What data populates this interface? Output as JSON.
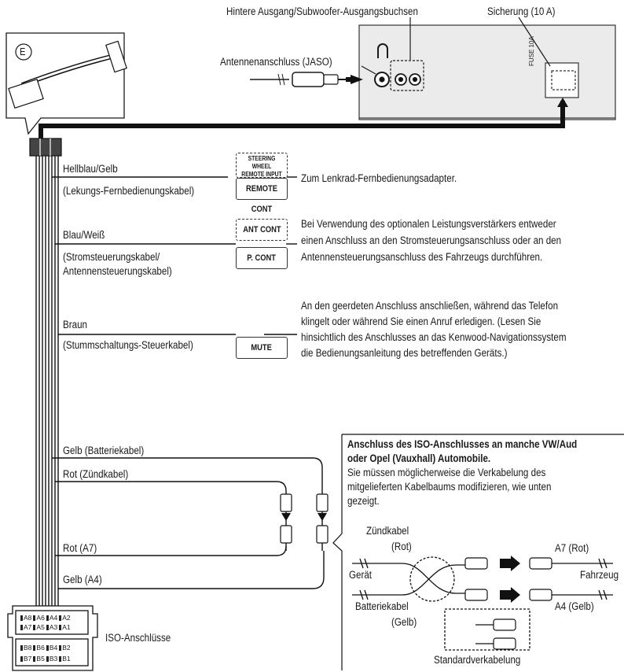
{
  "labels": {
    "rear_output": "Hintere Ausgang/Subwoofer-Ausgangsbuchsen",
    "fuse": "Sicherung (10 A)",
    "antenna_conn": "Antennenanschluss (JASO)",
    "harness_letter": "E",
    "unit_fuse_text": "FUSE 10A"
  },
  "rows": [
    {
      "wire": "Hellblau/Gelb",
      "desc": "(Lekungs-Fernbedienungskabel)",
      "tag_top": "STEERING WHEEL",
      "tag_top2": "REMOTE INPUT",
      "tag": "REMOTE CONT",
      "note": "Zum Lenkrad-Fernbedienungsadapter."
    },
    {
      "wire": "Blau/Weiß",
      "desc1": "(Stromsteuerungskabel/",
      "desc2": "Antennensteuerungskabel)",
      "tag_top": "ANT CONT",
      "tag": "P. CONT",
      "note1": "Bei Verwendung des optionalen Leistungsverstärkers entweder",
      "note2": "einen Anschluss an den Stromsteuerungsanschluss oder an den",
      "note3": "Antennensteuerungsanschluss des Fahrzeugs durchführen."
    },
    {
      "wire": "Braun",
      "desc": "(Stummschaltungs-Steuerkabel)",
      "tag": "MUTE",
      "note1": "An den geerdeten Anschluss anschließen, während das Telefon",
      "note2": "klingelt oder während Sie einen Anruf erledigen. (Lesen Sie",
      "note3": "hinsichtlich des Anschlusses an das Kenwood-Navigationssystem",
      "note4": "die Bedienungsanleitung des betreffenden Geräts.)"
    }
  ],
  "iso": {
    "gelb_batt": "Gelb (Batteriekabel)",
    "rot_zund": "Rot (Zündkabel)",
    "rot_a7": "Rot (A7)",
    "gelb_a4": "Gelb (A4)",
    "iso_label": "ISO-Anschlüsse",
    "pins_a1": [
      "A8",
      "A6",
      "A4",
      "A2"
    ],
    "pins_a2": [
      "A7",
      "A5",
      "A3",
      "A1"
    ],
    "pins_b1": [
      "B8",
      "B6",
      "B4",
      "B2"
    ],
    "pins_b2": [
      "B7",
      "B5",
      "B3",
      "B1"
    ]
  },
  "info": {
    "title1": "Anschluss des ISO-Anschlusses an manche VW/Aud",
    "title2": "oder Opel (Vauxhall) Automobile.",
    "body1": "Sie müssen möglicherweise die Verkabelung des",
    "body2": "mitgelieferten Kabelbaums modifizieren, wie unten",
    "body3": "gezeigt.",
    "zundkabel": "Zündkabel",
    "rot": "(Rot)",
    "gerat": "Gerät",
    "batteriekabel": "Batteriekabel",
    "gelb": "(Gelb)",
    "a7_rot": "A7 (Rot)",
    "fahrzeug": "Fahrzeug",
    "a4_gelb": "A4 (Gelb)",
    "standard": "Standardverkabelung"
  }
}
